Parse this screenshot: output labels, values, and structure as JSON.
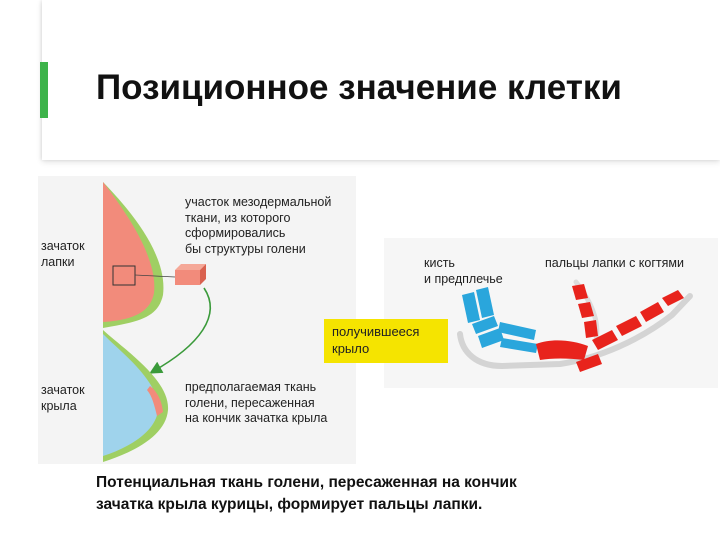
{
  "title": "Позиционное значение клетки",
  "labels": {
    "leg_bud": "зачаток\nлапки",
    "wing_bud": "зачаток\nкрыла",
    "mesoderm_note": "участок мезодермальной\nткани, из которого\nсформировались\nбы структуры голени",
    "graft_note": "предполагаемая ткань\nголени, пересаженная\nна кончик зачатка крыла",
    "hand_forearm": "кисть\nи предплечье",
    "claw_digits": "пальцы лапки с когтями",
    "result_wing": "получившееся\nкрыло"
  },
  "caption": "Потенциальная ткань голени, пересаженная на кончик\nзачатка крыла курицы, формирует пальцы лапки.",
  "colors": {
    "accent": "#3db34a",
    "leg_tissue": "#f28b7b",
    "ectoderm": "#9fcf63",
    "wing_tissue": "#9fd3ec",
    "arrow": "#3a9a3a",
    "wing_bones": "#2aa6dc",
    "leg_bones": "#e8231c",
    "badge": "#f5e400"
  }
}
